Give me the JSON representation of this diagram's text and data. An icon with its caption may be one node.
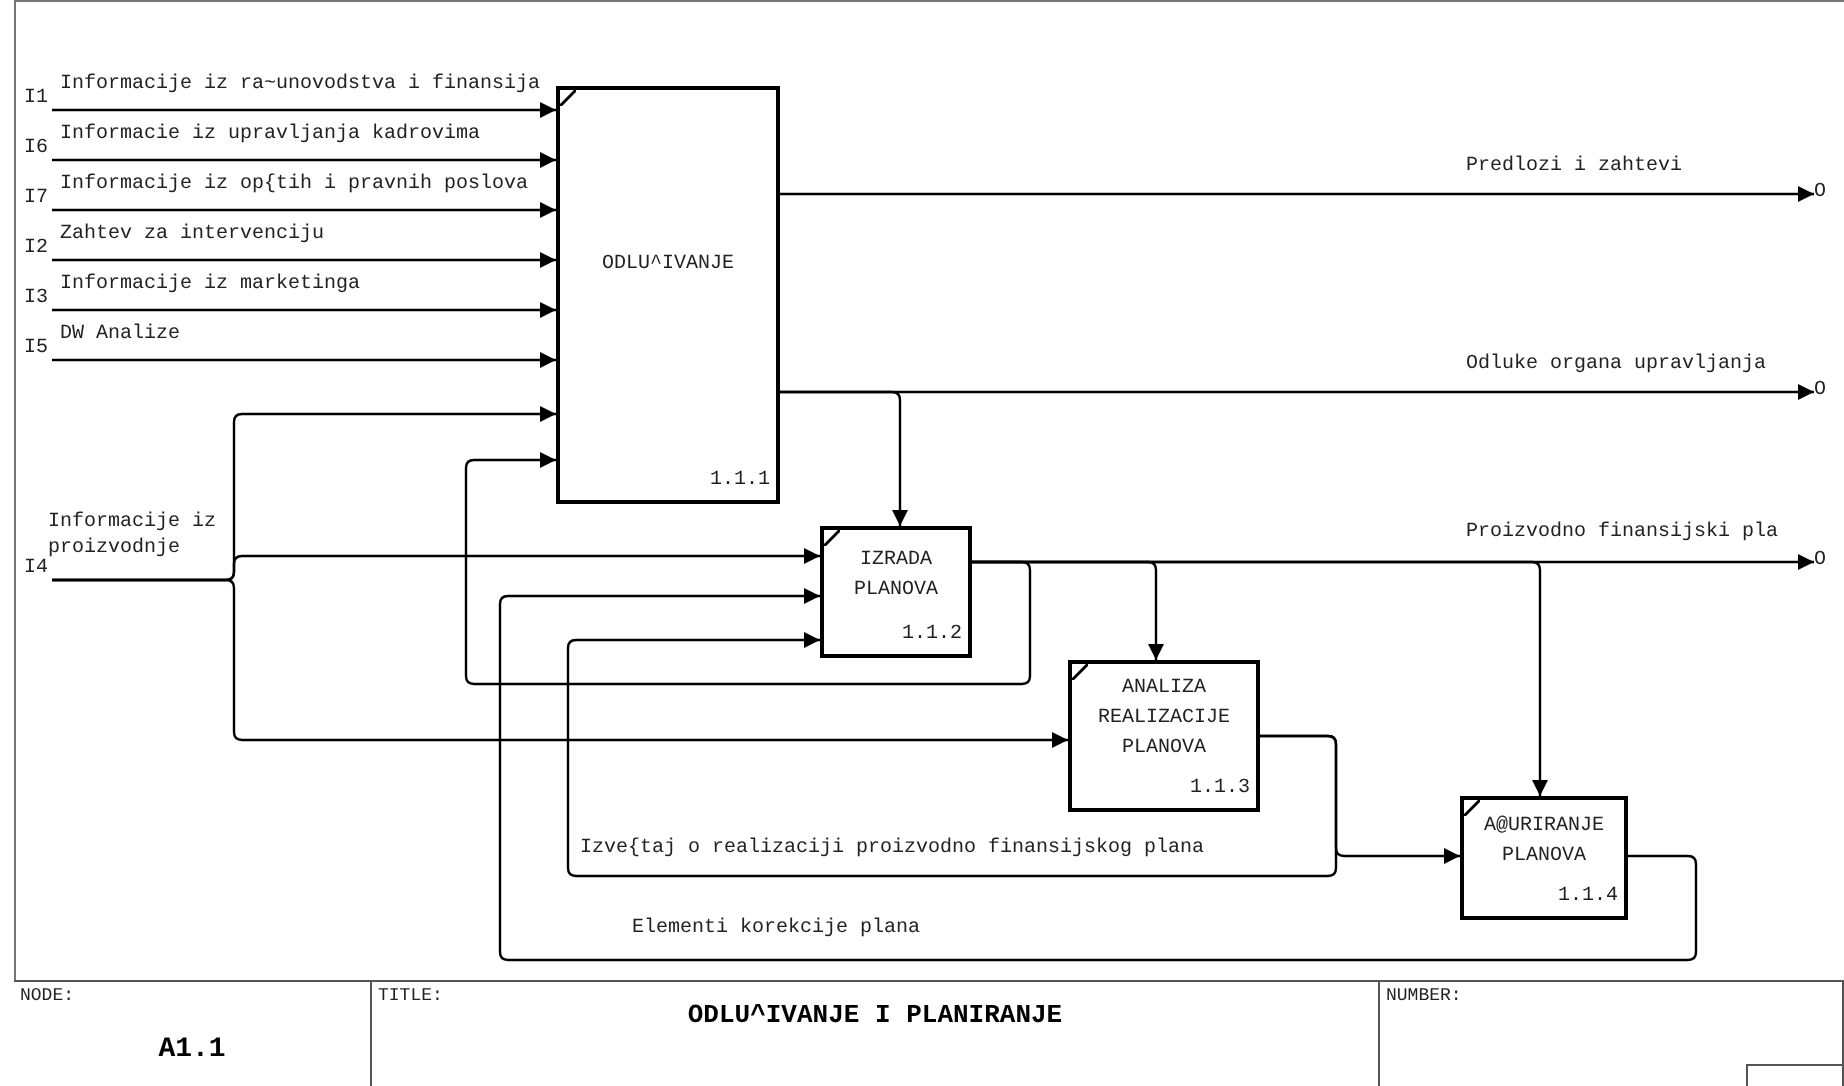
{
  "diagram": {
    "title": "ODLU^IVANJE I PLANIRANJE",
    "nodes": [
      {
        "text": [
          "ODLU^IVANJE",
          "1.1.1"
        ]
      },
      {
        "text": [
          "IZRADA PLANOVA",
          "1.1.2"
        ]
      },
      {
        "text": [
          "ANALIZA REALIZACIJE PLANOVA",
          "1.1.3"
        ]
      },
      {
        "text": [
          "A@URIRANJE PLANOVA",
          "1.1.4"
        ]
      },
      {
        "text": [
          "I1"
        ]
      },
      {
        "text": [
          "I6"
        ]
      },
      {
        "text": [
          "I7"
        ]
      },
      {
        "text": [
          "I2"
        ]
      },
      {
        "text": [
          "I3"
        ]
      },
      {
        "text": [
          "I5"
        ]
      },
      {
        "text": [
          "I4"
        ]
      },
      {
        "text": [
          "O"
        ]
      },
      {
        "text": [
          "O"
        ]
      },
      {
        "text": [
          "O"
        ]
      }
    ],
    "edges": [
      {
        "from": 4,
        "to": 0,
        "arrow": "to",
        "label": "Informacije iz ra~unovodstva i finansija"
      },
      {
        "from": 5,
        "to": 0,
        "arrow": "to",
        "label": "Informacie iz upravljanja kadrovima"
      },
      {
        "from": 6,
        "to": 0,
        "arrow": "to",
        "label": "Informacije iz op{tih i pravnih poslova"
      },
      {
        "from": 7,
        "to": 0,
        "arrow": "to",
        "label": "Zahtev za intervenciju"
      },
      {
        "from": 8,
        "to": 0,
        "arrow": "to",
        "label": "Informacije iz marketinga"
      },
      {
        "from": 9,
        "to": 0,
        "arrow": "to",
        "label": "DW Analize"
      },
      {
        "from": 10,
        "to": 0,
        "arrow": "to",
        "label": "Informacije iz proizvodnje"
      },
      {
        "from": 10,
        "to": 1,
        "arrow": "to"
      },
      {
        "from": 10,
        "to": 2,
        "arrow": "to"
      },
      {
        "from": 0,
        "to": 11,
        "arrow": "to",
        "label": "Predlozi i zahtevi"
      },
      {
        "from": 0,
        "to": 12,
        "arrow": "to",
        "label": "Odluke organa upravljanja"
      },
      {
        "from": 0,
        "to": 1,
        "arrow": "to"
      },
      {
        "from": 1,
        "to": 13,
        "arrow": "to",
        "label": "Proizvodno finansijski pla"
      },
      {
        "from": 1,
        "to": 0,
        "arrow": "to"
      },
      {
        "from": 1,
        "to": 2,
        "arrow": "to"
      },
      {
        "from": 1,
        "to": 3,
        "arrow": "to"
      },
      {
        "from": 2,
        "to": 1,
        "arrow": "to",
        "label": "Izve{taj o realizaciji proizvodno finansijskog plana"
      },
      {
        "from": 2,
        "to": 3,
        "arrow": "to"
      },
      {
        "from": 3,
        "to": 1,
        "arrow": "to",
        "label": "Elementi korekcije plana"
      }
    ],
    "labels": [
      "NODE:",
      "A1.1",
      "TITLE:",
      "NUMBER:"
    ]
  }
}
